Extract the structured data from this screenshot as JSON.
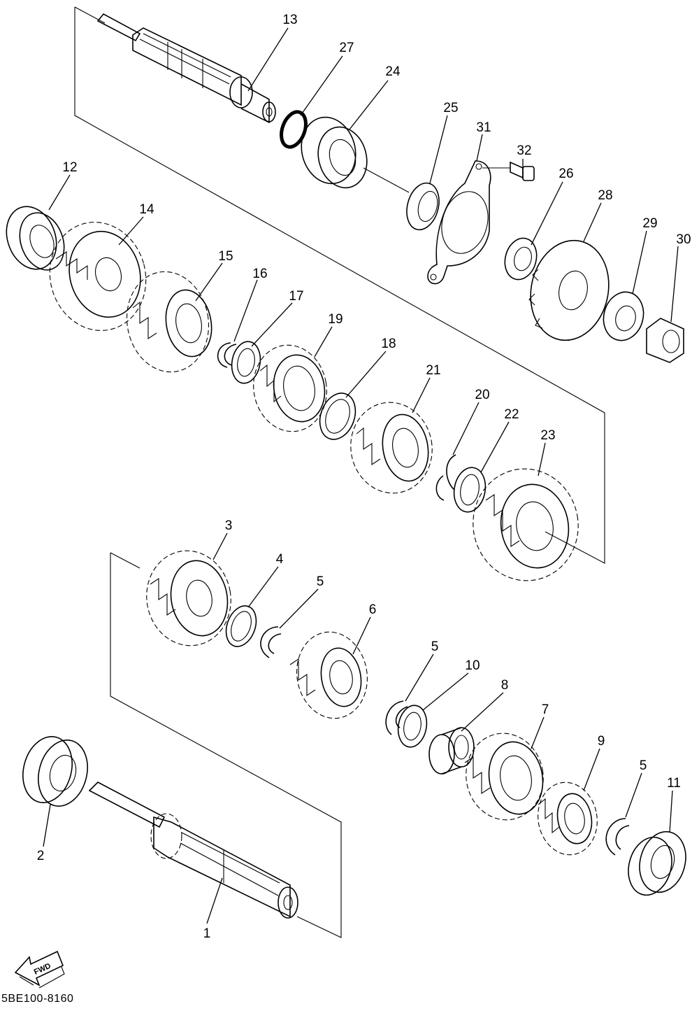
{
  "drawing_number": "5BE100-8160",
  "fwd_label": "FWD",
  "callouts": [
    {
      "id": "c13",
      "text": "13"
    },
    {
      "id": "c27",
      "text": "27"
    },
    {
      "id": "c24",
      "text": "24"
    },
    {
      "id": "c25",
      "text": "25"
    },
    {
      "id": "c31",
      "text": "31"
    },
    {
      "id": "c32",
      "text": "32"
    },
    {
      "id": "c26",
      "text": "26"
    },
    {
      "id": "c28",
      "text": "28"
    },
    {
      "id": "c29",
      "text": "29"
    },
    {
      "id": "c30",
      "text": "30"
    },
    {
      "id": "c12",
      "text": "12"
    },
    {
      "id": "c14",
      "text": "14"
    },
    {
      "id": "c15",
      "text": "15"
    },
    {
      "id": "c16",
      "text": "16"
    },
    {
      "id": "c17",
      "text": "17"
    },
    {
      "id": "c19",
      "text": "19"
    },
    {
      "id": "c18",
      "text": "18"
    },
    {
      "id": "c21",
      "text": "21"
    },
    {
      "id": "c20",
      "text": "20"
    },
    {
      "id": "c22",
      "text": "22"
    },
    {
      "id": "c23",
      "text": "23"
    },
    {
      "id": "c3",
      "text": "3"
    },
    {
      "id": "c4",
      "text": "4"
    },
    {
      "id": "c5a",
      "text": "5"
    },
    {
      "id": "c6",
      "text": "6"
    },
    {
      "id": "c5b",
      "text": "5"
    },
    {
      "id": "c10",
      "text": "10"
    },
    {
      "id": "c8",
      "text": "8"
    },
    {
      "id": "c7",
      "text": "7"
    },
    {
      "id": "c9",
      "text": "9"
    },
    {
      "id": "c5c",
      "text": "5"
    },
    {
      "id": "c11",
      "text": "11"
    },
    {
      "id": "c2",
      "text": "2"
    },
    {
      "id": "c1",
      "text": "1"
    }
  ]
}
